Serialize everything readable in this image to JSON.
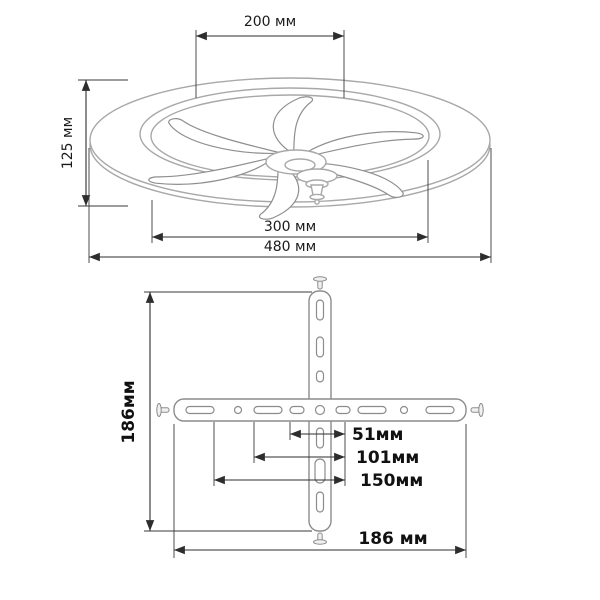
{
  "diagram": {
    "type": "dimension-drawing",
    "fan": {
      "dim_top_width": "200 мм",
      "dim_height": "125 мм",
      "dim_inner_diameter": "300 мм",
      "dim_outer_diameter": "480 мм"
    },
    "bracket": {
      "dim_height": "186мм",
      "dim_51": "51мм",
      "dim_101": "101мм",
      "dim_150": "150мм",
      "dim_width": "186 мм"
    },
    "colors": {
      "background": "#ffffff",
      "fixture_stroke": "#a8a8a8",
      "bracket_stroke": "#8c8c8c",
      "dimension_stroke": "#2d2d2d",
      "text": "#1a1a1a"
    }
  }
}
